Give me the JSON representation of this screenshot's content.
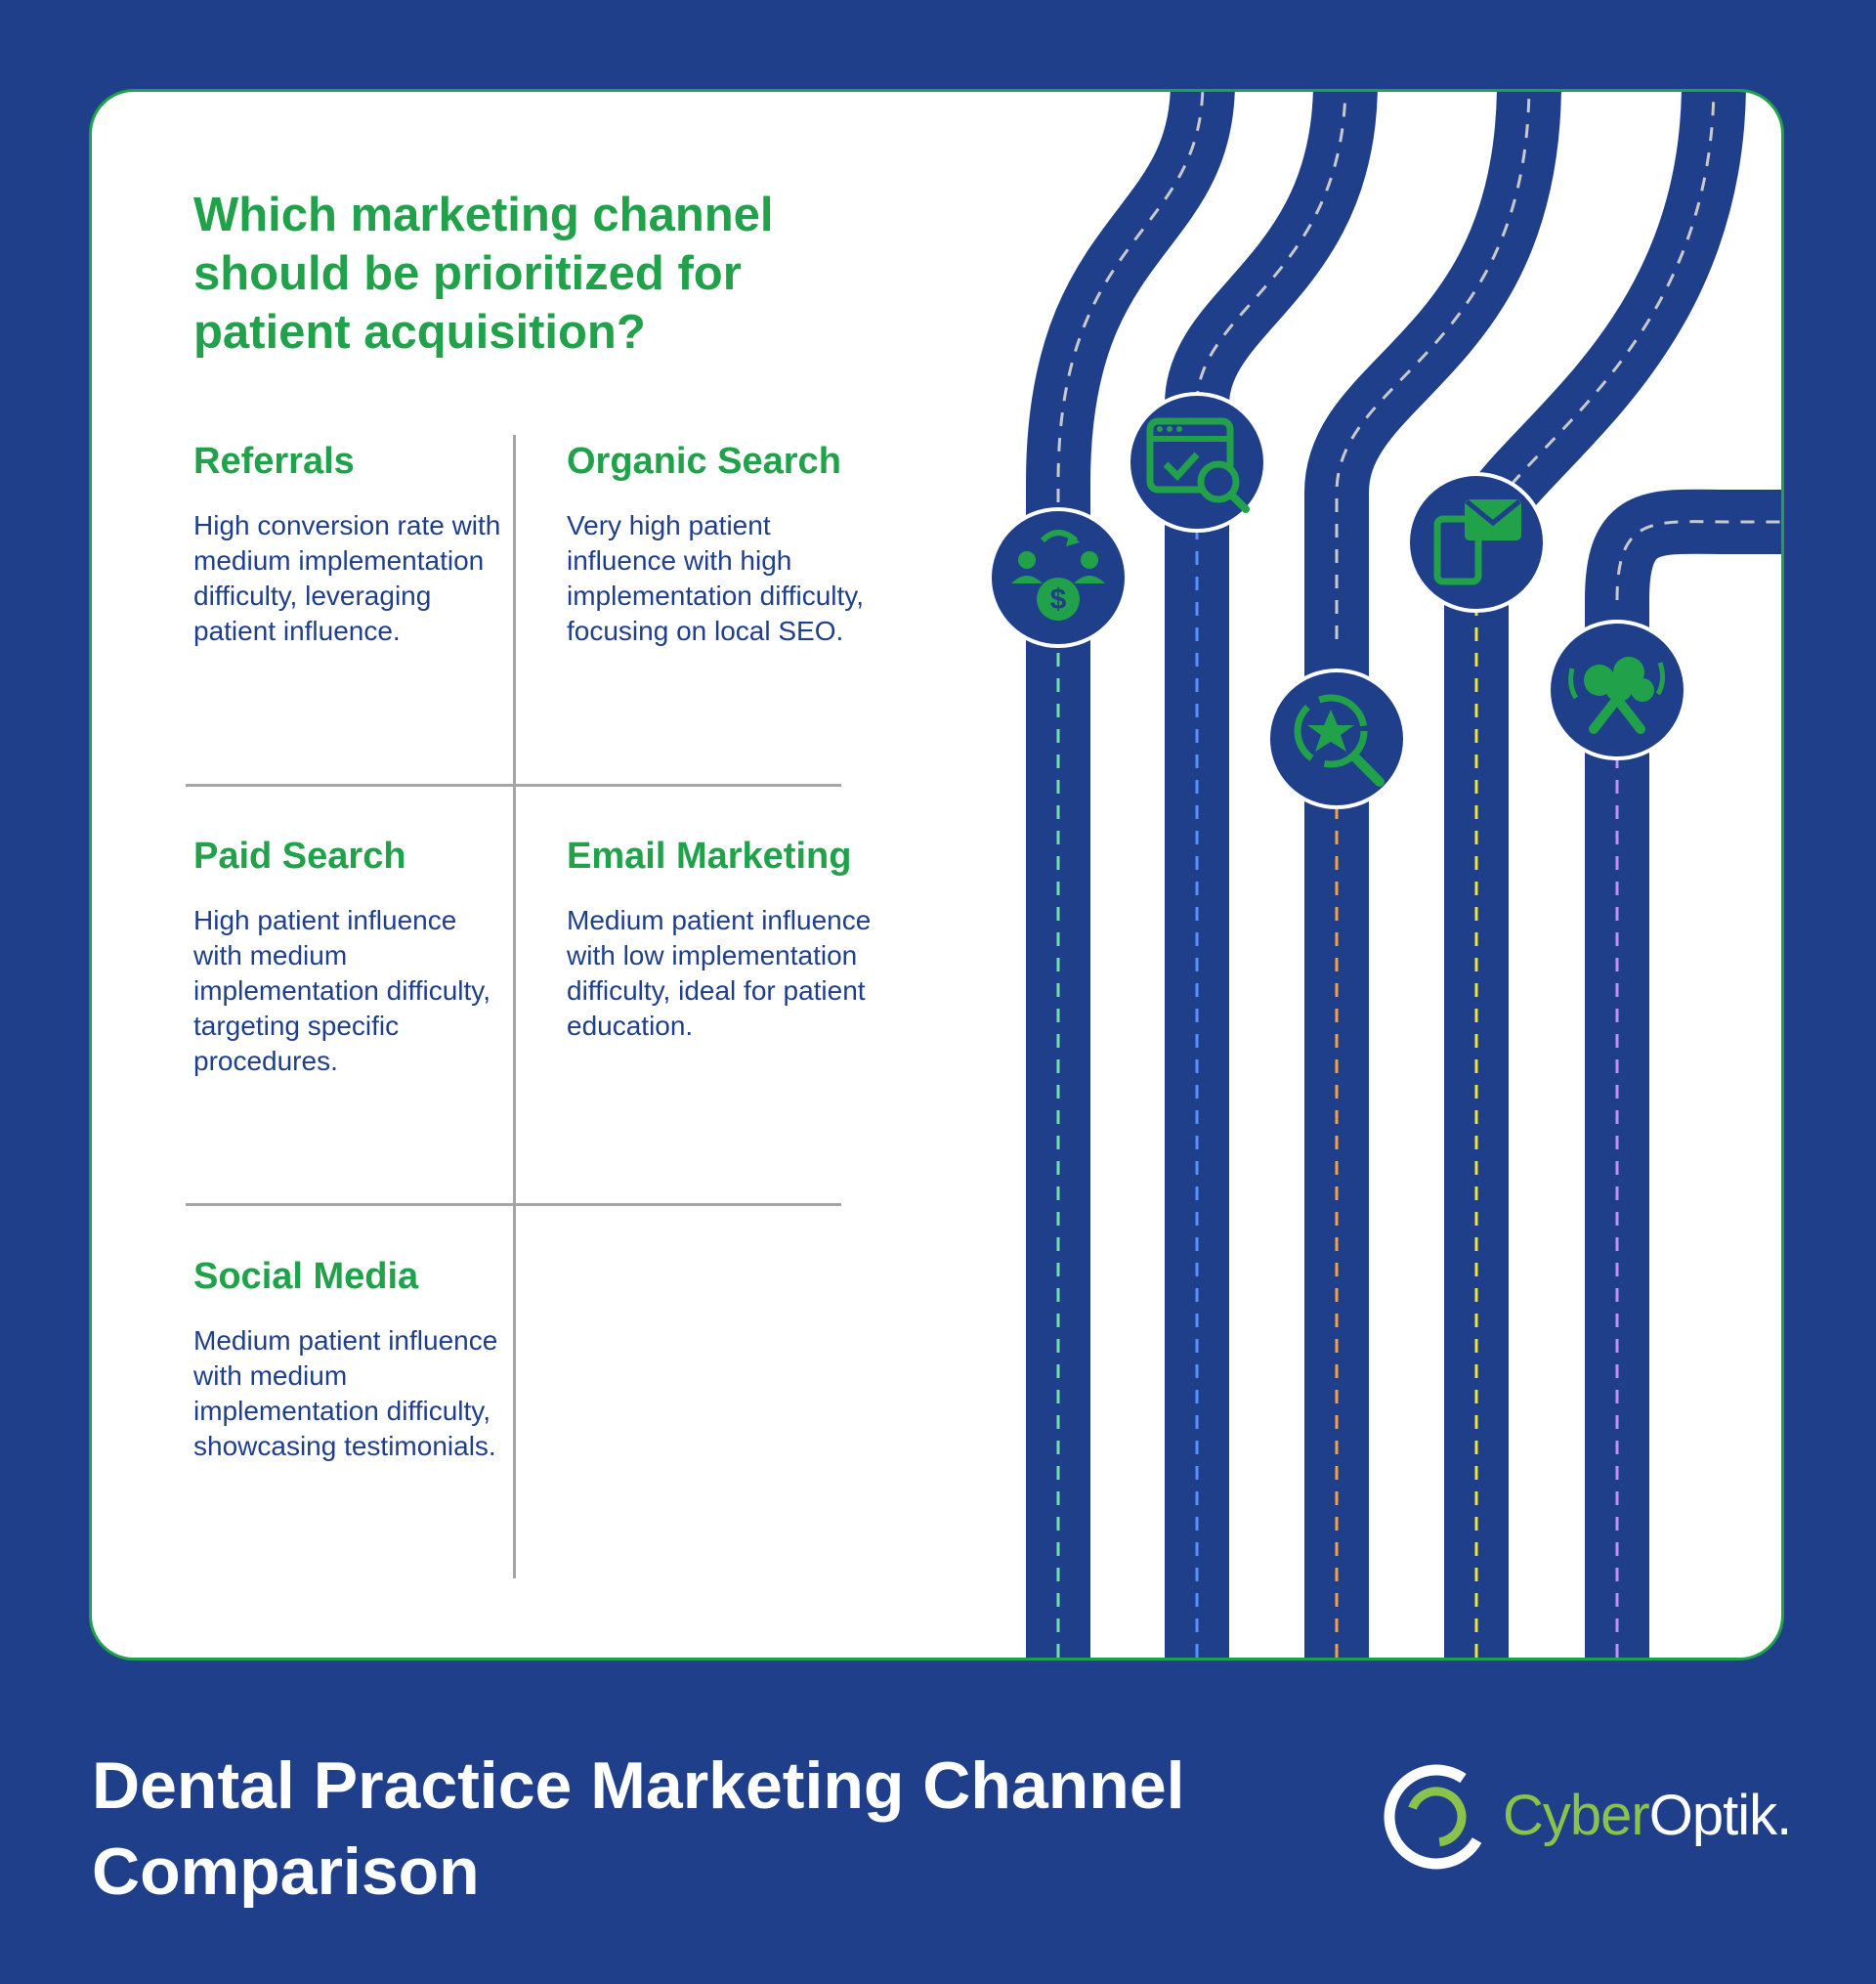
{
  "question": "Which marketing channel should be prioritized for patient acquisition?",
  "channels": [
    {
      "name": "Referrals",
      "desc": "High conversion rate with medium implementation difficulty, leveraging patient influence.",
      "icon": "referral-money-icon",
      "line_color": "#6fe0a8"
    },
    {
      "name": "Organic Search",
      "desc": "Very high patient influence with high implementation difficulty, focusing on local SEO.",
      "icon": "browser-search-icon",
      "line_color": "#5b8ff9"
    },
    {
      "name": "Paid Search",
      "desc": "High patient influence with medium implementation difficulty, targeting specific procedures.",
      "icon": "star-search-icon",
      "line_color": "#f5a142"
    },
    {
      "name": "Email Marketing",
      "desc": "Medium patient influence with low implementation difficulty, ideal for patient education.",
      "icon": "mobile-email-icon",
      "line_color": "#f2e33b"
    },
    {
      "name": "Social Media",
      "desc": "Medium patient influence with medium implementation difficulty, showcasing testimonials.",
      "icon": "social-like-icon",
      "line_color": "#c48ff5"
    }
  ],
  "footer": {
    "title": "Dental Practice Marketing Channel Comparison"
  },
  "brand": {
    "part1": "Cyber",
    "part2": "Optik."
  },
  "colors": {
    "background": "#1f3f8a",
    "card": "#ffffff",
    "accent": "#21a24a",
    "road": "#1f3f8a",
    "road_center": "#c9c9c9"
  }
}
